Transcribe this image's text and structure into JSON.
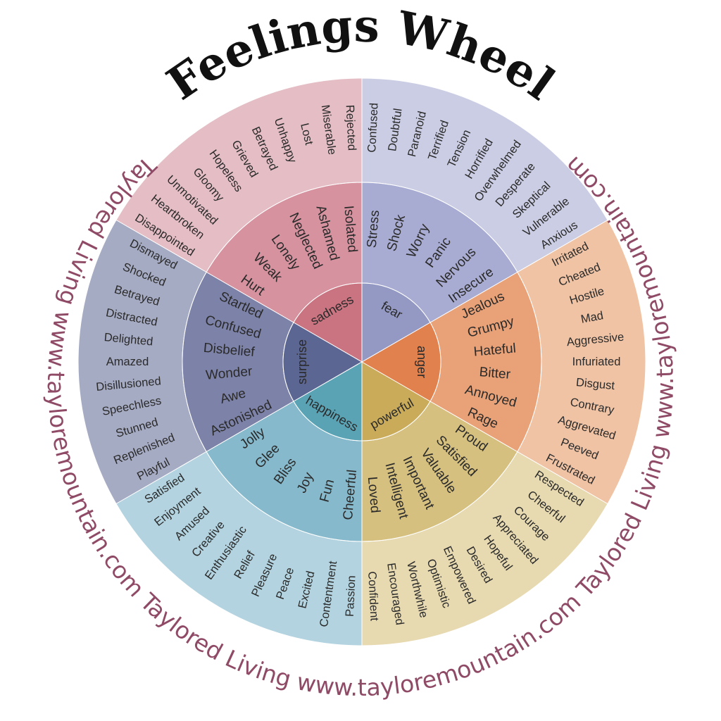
{
  "title": "Feelings Wheel",
  "border_text": "Taylored Living www.tayloremountain.com Taylored Living www.tayloremountain.com Taylored Living www.tayloremountain.com",
  "emotions": [
    {
      "core": "sadness",
      "colors": {
        "outer": "#e4bdc5",
        "middle": "#d6929f",
        "core": "#c97480"
      },
      "middle": [
        "Isolated",
        "Ashamed",
        "Neglected",
        "Lonely",
        "Weak",
        "Hurt"
      ],
      "outer": [
        "Rejected",
        "Miserable",
        "Lost",
        "Unhappy",
        "Betrayed",
        "Grieved",
        "Hopeless",
        "Gloomy",
        "Unmotivated",
        "Heartbroken",
        "Disappointed"
      ]
    },
    {
      "core": "surprise",
      "colors": {
        "outer": "#a6abc4",
        "middle": "#7d82a8",
        "core": "#5c6692"
      },
      "middle": [
        "Startled",
        "Confused",
        "Disbelief",
        "Wonder",
        "Awe",
        "Astonished"
      ],
      "outer": [
        "Dismayed",
        "Shocked",
        "Betrayed",
        "Distracted",
        "Delighted",
        "Amazed",
        "Disillusioned",
        "Speechless",
        "Stunned",
        "Replenished",
        "Playful"
      ]
    },
    {
      "core": "happiness",
      "colors": {
        "outer": "#b2d3df",
        "middle": "#86b9cb",
        "core": "#5aa3b5"
      },
      "middle": [
        "Jolly",
        "Glee",
        "Bliss",
        "Joy",
        "Fun",
        "Cheerful"
      ],
      "outer": [
        "Satisfied",
        "Enjoyment",
        "Amused",
        "Creative",
        "Enthusiastic",
        "Relief",
        "Pleasure",
        "Peace",
        "Excited",
        "Contentment",
        "Passion"
      ]
    },
    {
      "core": "powerful",
      "colors": {
        "outer": "#e7d9b0",
        "middle": "#d6c07f",
        "core": "#c9ab5a"
      },
      "middle": [
        "Loved",
        "Intelligent",
        "Important",
        "Valuable",
        "Satisfied",
        "Proud"
      ],
      "outer": [
        "Confident",
        "Encouraged",
        "Worthwhile",
        "Optimistic",
        "Empowered",
        "Desired",
        "Hopeful",
        "Appreciated",
        "Courage",
        "Cheerful",
        "Respected"
      ]
    },
    {
      "core": "anger",
      "colors": {
        "outer": "#f0c3a4",
        "middle": "#e9a278",
        "core": "#e0814e"
      },
      "middle": [
        "Rage",
        "Annoyed",
        "Bitter",
        "Hateful",
        "Grumpy",
        "Jealous"
      ],
      "outer": [
        "Frustrated",
        "Peeved",
        "Aggrevated",
        "Contrary",
        "Disgust",
        "Infuriated",
        "Aggressive",
        "Mad",
        "Hostile",
        "Cheated",
        "Irritated"
      ]
    },
    {
      "core": "fear",
      "colors": {
        "outer": "#cbcde4",
        "middle": "#a9acd2",
        "core": "#9499c3"
      },
      "middle": [
        "Insecure",
        "Nervous",
        "Panic",
        "Worry",
        "Shock",
        "Stress"
      ],
      "outer": [
        "Anxious",
        "Vulnerable",
        "Skeptical",
        "Desperate",
        "Overwhelmed",
        "Horrified",
        "Tension",
        "Terrified",
        "Paranoid",
        "Doubtful",
        "Confused"
      ]
    }
  ]
}
